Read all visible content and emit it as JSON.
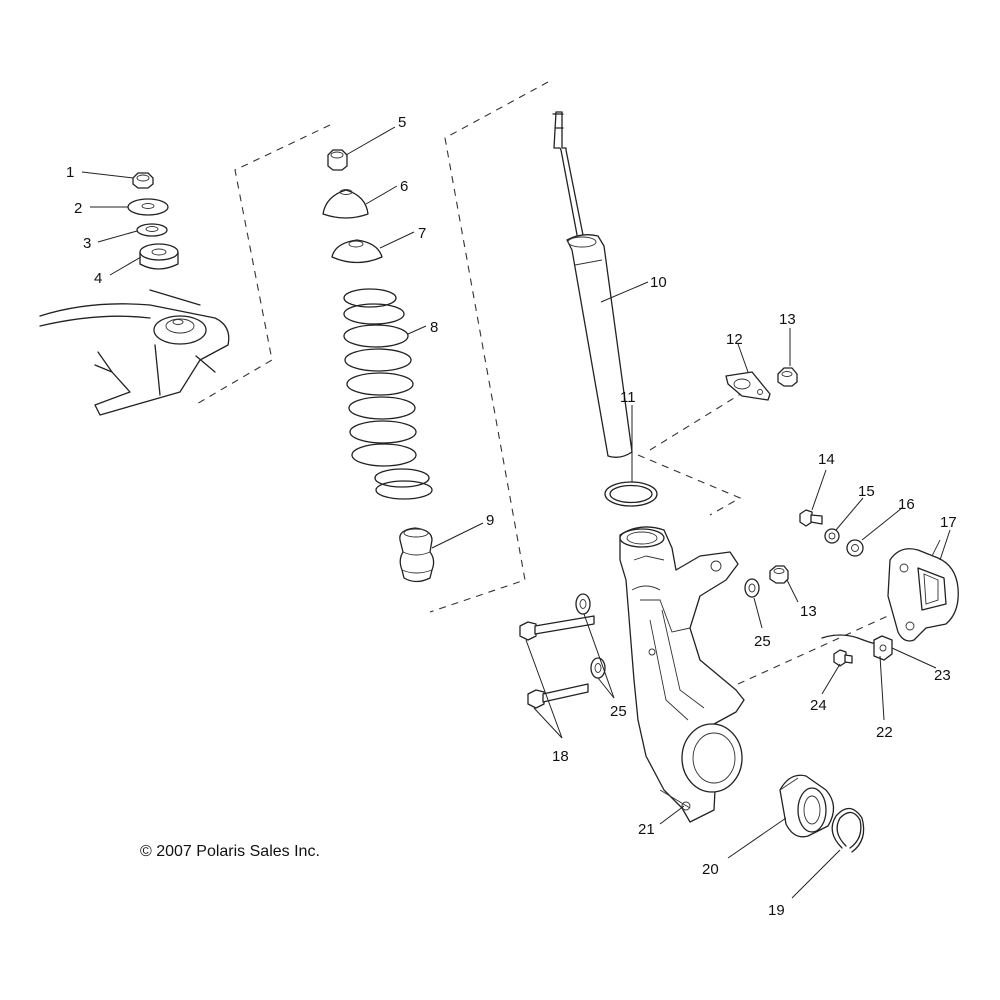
{
  "copyright": "© 2007 Polaris Sales Inc.",
  "callouts": {
    "c1": "1",
    "c2": "2",
    "c3": "3",
    "c4": "4",
    "c5": "5",
    "c6": "6",
    "c7": "7",
    "c8": "8",
    "c9": "9",
    "c10": "10",
    "c11": "11",
    "c12": "12",
    "c13a": "13",
    "c13b": "13",
    "c14": "14",
    "c15": "15",
    "c16": "16",
    "c17": "17",
    "c18": "18",
    "c19": "19",
    "c20": "20",
    "c21": "21",
    "c22": "22",
    "c23": "23",
    "c24": "24",
    "c25a": "25",
    "c25b": "25"
  },
  "colors": {
    "line": "#222222",
    "background": "#ffffff"
  }
}
